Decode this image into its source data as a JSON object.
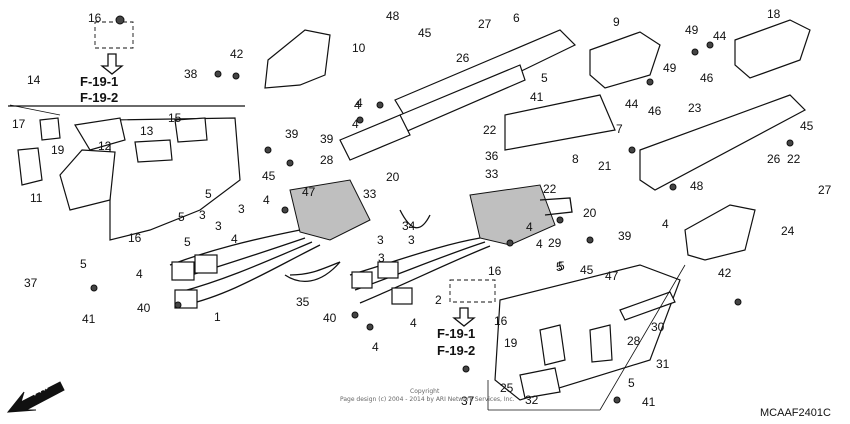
{
  "diagram": {
    "ref_code": "MCAAF2401C",
    "copyright_line1": "Copyright",
    "copyright_line2": "Page design (c) 2004 - 2014 by ARI Network Services, Inc.",
    "direction_label": "FR.",
    "fig_refs": [
      {
        "line1": "F-19-1",
        "line2": "F-19-2"
      },
      {
        "line1": "F-19-1",
        "line2": "F-19-2"
      }
    ],
    "callouts": [
      "16",
      "42",
      "38",
      "10",
      "48",
      "45",
      "27",
      "26",
      "6",
      "9",
      "49",
      "44",
      "46",
      "18",
      "5",
      "41",
      "7",
      "8",
      "21",
      "44",
      "46",
      "49",
      "23",
      "45",
      "14",
      "17",
      "13",
      "15",
      "12",
      "19",
      "11",
      "16",
      "4",
      "4",
      "39",
      "28",
      "20",
      "22",
      "39",
      "45",
      "47",
      "33",
      "22",
      "36",
      "20",
      "33",
      "22",
      "26",
      "27",
      "48",
      "4",
      "4",
      "5",
      "3",
      "3",
      "5",
      "3",
      "5",
      "4",
      "29",
      "39",
      "40",
      "1",
      "35",
      "2",
      "16",
      "5",
      "4",
      "3",
      "34",
      "3",
      "3",
      "4",
      "45",
      "47",
      "4",
      "24",
      "42",
      "37",
      "5",
      "41",
      "5",
      "16",
      "30",
      "28",
      "31",
      "19",
      "25",
      "32",
      "5",
      "41",
      "40",
      "4",
      "4",
      "37",
      "4"
    ]
  }
}
